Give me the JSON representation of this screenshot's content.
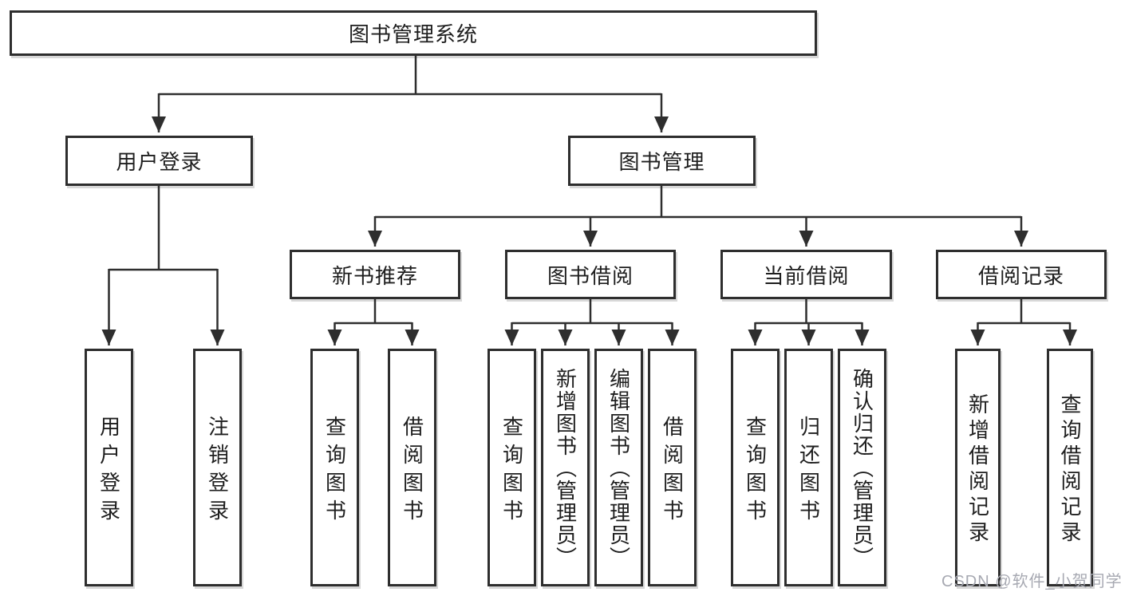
{
  "nodes": {
    "root": "图书管理系统",
    "user_login": "用户登录",
    "book_mgmt": "图书管理",
    "new_rec": "新书推荐",
    "book_borrow": "图书借阅",
    "current_borrow": "当前借阅",
    "borrow_records": "借阅记录",
    "leaves": [
      "用户登录",
      "注销登录",
      "查询图书",
      "借阅图书",
      "查询图书",
      "新增图书（管理员）",
      "编辑图书（管理员）",
      "借阅图书",
      "查询图书",
      "归还图书",
      "确认归还（管理员）",
      "新增借阅记录",
      "查询借阅记录"
    ]
  },
  "watermark": "CSDN @软件_小贺同学",
  "colors": {
    "line": "#2e2e2e",
    "text": "#1e1e1e",
    "watermark": "#a7a9b2",
    "background": "#ffffff"
  }
}
